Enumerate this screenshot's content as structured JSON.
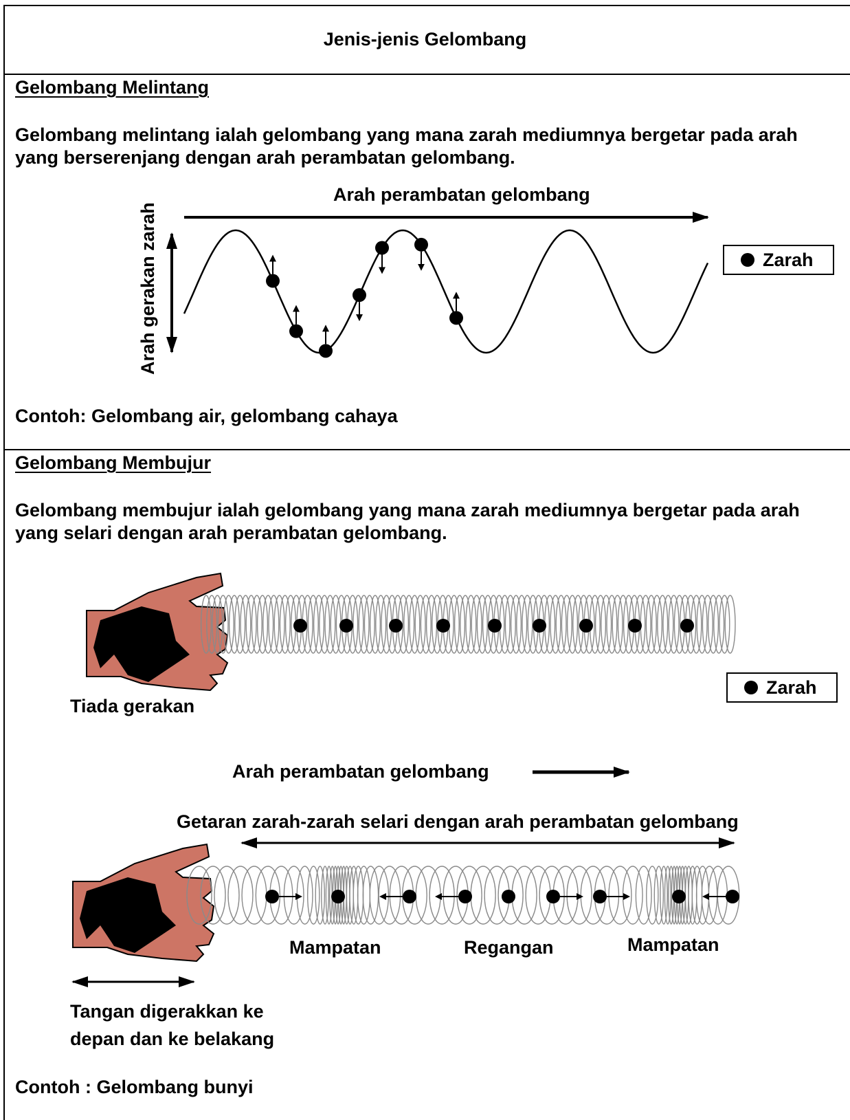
{
  "title": "Jenis-jenis Gelombang",
  "transverse": {
    "heading": "Gelombang Melintang",
    "definition": "Gelombang melintang ialah gelombang yang mana zarah mediumnya bergetar pada arah yang berserenjang dengan arah perambatan gelombang.",
    "propagation_label": "Arah perambatan gelombang",
    "particle_motion_label": "Arah gerakan zarah",
    "legend_label": "Zarah",
    "example": "Contoh: Gelombang air, gelombang cahaya"
  },
  "longitudinal": {
    "heading": "Gelombang Membujur",
    "definition": "Gelombang membujur ialah gelombang yang mana zarah mediumnya bergetar pada arah yang selari dengan arah perambatan gelombang.",
    "no_motion_label": "Tiada gerakan",
    "legend_label": "Zarah",
    "propagation_label": "Arah perambatan gelombang",
    "vibration_label": "Getaran zarah-zarah selari dengan arah perambatan gelombang",
    "compression_label_1": "Mampatan",
    "rarefaction_label": "Regangan",
    "compression_label_2": "Mampatan",
    "hand_label_line1": "Tangan digerakkan ke",
    "hand_label_line2": "depan dan ke belakang",
    "example": "Contoh : Gelombang bunyi"
  },
  "colors": {
    "skin": "#cd7565",
    "ink": "#000000",
    "coil": "#8a8a8a"
  }
}
